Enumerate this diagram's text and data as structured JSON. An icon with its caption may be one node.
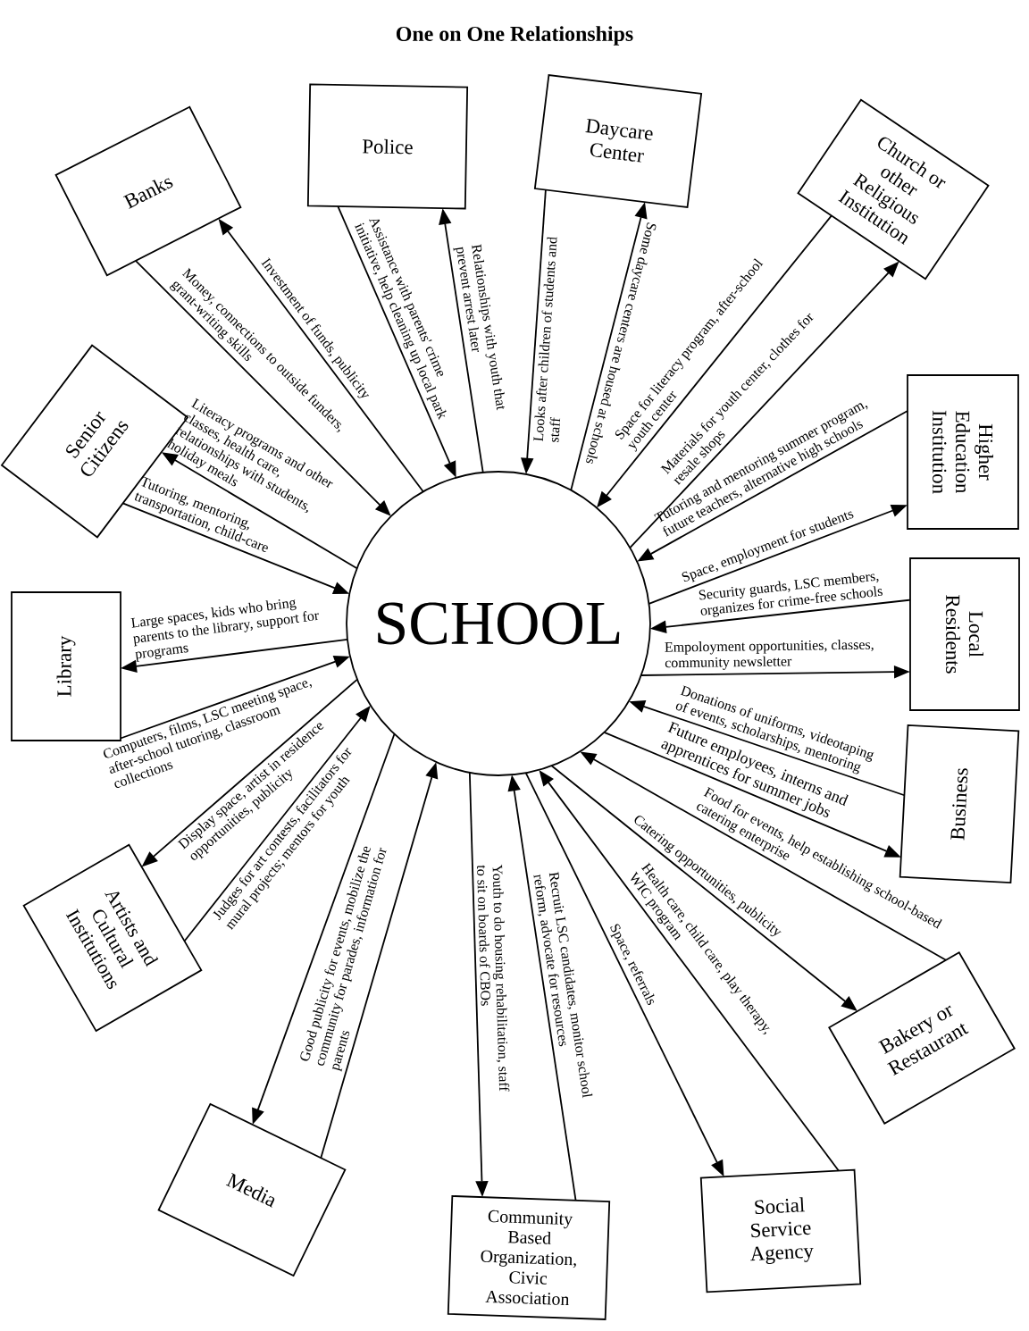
{
  "diagram": {
    "title": "One on One Relationships",
    "nodes": [
      {
        "text": [
          "SCHOOL"
        ]
      },
      {
        "text": [
          "Banks"
        ]
      },
      {
        "text": [
          "Police"
        ]
      },
      {
        "text": [
          "Daycare Center"
        ]
      },
      {
        "text": [
          "Church or other Religious Institution"
        ]
      },
      {
        "text": [
          "Higher Education Institution"
        ]
      },
      {
        "text": [
          "Local Residents"
        ]
      },
      {
        "text": [
          "Business"
        ]
      },
      {
        "text": [
          "Bakery or Restaurant"
        ]
      },
      {
        "text": [
          "Social Service Agency"
        ]
      },
      {
        "text": [
          "Community Based Organization, Civic Association"
        ]
      },
      {
        "text": [
          "Media"
        ]
      },
      {
        "text": [
          "Artists and Cultural Institutions"
        ]
      },
      {
        "text": [
          "Library"
        ]
      },
      {
        "text": [
          "Senior Citizens"
        ]
      }
    ],
    "edges": [
      {
        "from": 1,
        "to": 0,
        "arrow": "to",
        "label": "Money, connections to outside funders, grant-writing skills"
      },
      {
        "from": 0,
        "to": 1,
        "arrow": "to",
        "label": "Investment of funds, publicity"
      },
      {
        "from": 2,
        "to": 0,
        "arrow": "to",
        "label": "Assistance with parents' crime initiative, help cleaning up local park"
      },
      {
        "from": 0,
        "to": 2,
        "arrow": "to",
        "label": "Relationships with youth that prevent arrest later"
      },
      {
        "from": 3,
        "to": 0,
        "arrow": "to",
        "label": "Looks after children of students and staff"
      },
      {
        "from": 0,
        "to": 3,
        "arrow": "to",
        "label": "Some daycare centers are housed at schools"
      },
      {
        "from": 4,
        "to": 0,
        "arrow": "to",
        "label": "Space for literacy program, after-school youth center"
      },
      {
        "from": 0,
        "to": 4,
        "arrow": "to",
        "label": "Materials for youth center, clothes for resale shops"
      },
      {
        "from": 5,
        "to": 0,
        "arrow": "to",
        "label": "Tutoring and mentoring summer program, future teachers, alternative high schools"
      },
      {
        "from": 0,
        "to": 5,
        "arrow": "to",
        "label": "Space, employment for students"
      },
      {
        "from": 6,
        "to": 0,
        "arrow": "to",
        "label": "Security guards, LSC members, organizes for crime-free schools"
      },
      {
        "from": 0,
        "to": 6,
        "arrow": "to",
        "label": "Empoloyment opportunities, classes, community newsletter"
      },
      {
        "from": 7,
        "to": 0,
        "arrow": "to",
        "label": "Donations of uniforms, videotaping of events, scholarships, mentoring"
      },
      {
        "from": 0,
        "to": 7,
        "arrow": "to",
        "label": "Future employees, interns and apprentices for summer jobs"
      },
      {
        "from": 8,
        "to": 0,
        "arrow": "to",
        "label": "Food for events, help establishing school-based catering enterprise"
      },
      {
        "from": 0,
        "to": 8,
        "arrow": "to",
        "label": "Catering opportunities, publicity"
      },
      {
        "from": 9,
        "to": 0,
        "arrow": "to",
        "label": "Health care, child care, play therapy, WIC program"
      },
      {
        "from": 0,
        "to": 9,
        "arrow": "to",
        "label": "Space, referrals"
      },
      {
        "from": 10,
        "to": 0,
        "arrow": "to",
        "label": "Recruit LSC candidates, monitor school reform, advocate for resources"
      },
      {
        "from": 0,
        "to": 10,
        "arrow": "to",
        "label": "Youth to do housing rehabilitation, staff to sit on boards of CBOs"
      },
      {
        "from": 11,
        "to": 0,
        "arrow": "to",
        "label": "Good publicity for events, mobilize the community for parades, information for parents"
      },
      {
        "from": 0,
        "to": 11,
        "arrow": "to"
      },
      {
        "from": 12,
        "to": 0,
        "arrow": "to",
        "label": "Judges for art contests, facilitators for mural projects; mentors for youth"
      },
      {
        "from": 0,
        "to": 12,
        "arrow": "to",
        "label": "Display space, artist in residence opportunities, publicity"
      },
      {
        "from": 13,
        "to": 0,
        "arrow": "to",
        "label": "Computers, films, LSC meeting space, after-school tutoring, classroom collections"
      },
      {
        "from": 0,
        "to": 13,
        "arrow": "to",
        "label": "Large spaces, kids who bring parents to the library, support for programs"
      },
      {
        "from": 14,
        "to": 0,
        "arrow": "to",
        "label": "Tutoring, mentoring, transportation, child-care"
      },
      {
        "from": 0,
        "to": 14,
        "arrow": "to",
        "label": "Literacy programs and other classes, health care, relationships with students, holiday meals"
      }
    ]
  }
}
